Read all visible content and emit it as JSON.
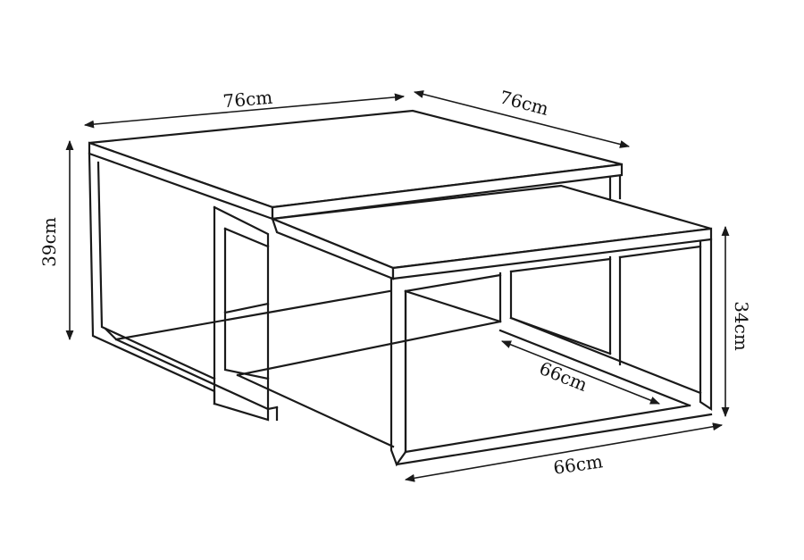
{
  "dimensions": {
    "large_width": "76cm",
    "large_depth": "76cm",
    "large_height": "39cm",
    "small_height": "34cm",
    "small_depth": "66cm",
    "small_width": "66cm"
  },
  "colors": {
    "line": "#1a1a1a",
    "background": "#ffffff"
  }
}
